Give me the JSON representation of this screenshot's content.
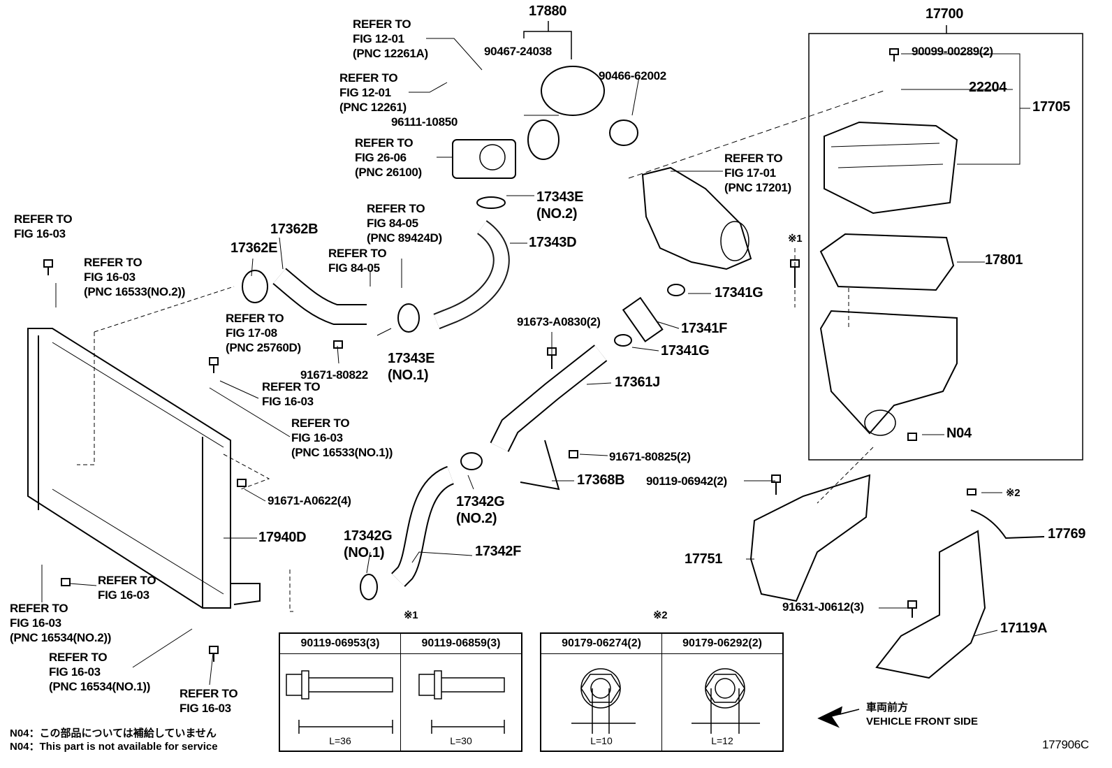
{
  "diagram_code": "177906C",
  "labels": [
    "17880",
    "REFER TO\nFIG 12-01\n(PNC 12261A)",
    "90467-24038",
    "90466-62002",
    "REFER TO\nFIG 12-01\n(PNC 12261)",
    "96111-10850",
    "REFER TO\nFIG 26-06\n(PNC 26100)",
    "17343E\n(NO.2)",
    "REFER TO\nFIG 84-05\n(PNC 89424D)",
    "17343D",
    "REFER TO\nFIG 84-05",
    "17362B",
    "17362E",
    "REFER TO\nFIG 16-03",
    "REFER TO\nFIG 16-03\n(PNC 16533(NO.2))",
    "REFER TO\nFIG 17-08\n(PNC 25760D)",
    "17343E\n(NO.1)",
    "91671-80822",
    "REFER TO\nFIG 16-03",
    "REFER TO\nFIG 16-03\n(PNC 16533(NO.1))",
    "91671-A0622(4)",
    "17940D",
    "REFER TO\nFIG 16-03",
    "REFER TO\nFIG 16-03\n(PNC 16534(NO.2))",
    "REFER TO\nFIG 16-03\n(PNC 16534(NO.1))",
    "REFER TO\nFIG 16-03",
    "17342G\n(NO.1)",
    "17342F",
    "17342G\n(NO.2)",
    "17368B",
    "91671-80825(2)",
    "91673-A0830(2)",
    "17361J",
    "17341G",
    "17341F",
    "17341G",
    "REFER TO\nFIG 17-01\n(PNC 17201)",
    "17700",
    "90099-00289(2)",
    "22204",
    "17705",
    "※1",
    "17801",
    "N04",
    "90119-06942(2)",
    "※2",
    "17769",
    "17751",
    "91631-J0612(3)",
    "17119A"
  ],
  "bolt_tables": [
    {
      "mark": "※1",
      "columns": [
        {
          "part": "90119-06953(3)",
          "length": "L=36"
        },
        {
          "part": "90119-06859(3)",
          "length": "L=30"
        }
      ]
    },
    {
      "mark": "※2",
      "columns": [
        {
          "part": "90179-06274(2)",
          "length": "L=10"
        },
        {
          "part": "90179-06292(2)",
          "length": "L=12"
        }
      ]
    }
  ],
  "notes": {
    "jp": "N04：この部品については補給していません",
    "en": "N04：This part is not available for service"
  },
  "front_indicator": {
    "jp": "車両前方",
    "en": "VEHICLE FRONT SIDE",
    "icon": "arrow-left-icon"
  }
}
